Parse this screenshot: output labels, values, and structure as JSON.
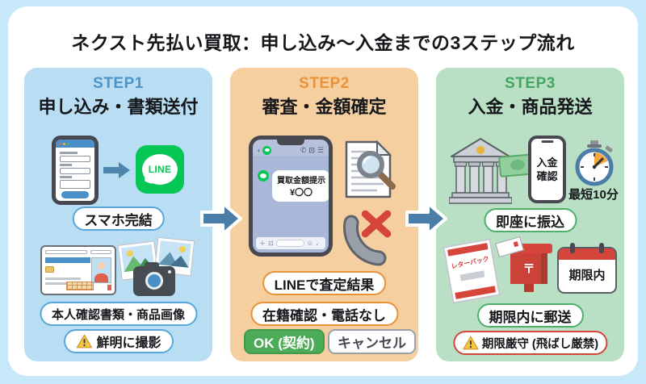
{
  "title": "ネクスト先払い買取：申し込み〜入金までの3ステップ流れ",
  "colors": {
    "accent_step1": "#4a94c9",
    "accent_step2": "#e8923a",
    "accent_step3": "#44a563",
    "panel_step1": "#b9def4",
    "panel_step2": "#f6cfa0",
    "panel_step3": "#b9dfc4",
    "line_green": "#06c755",
    "ok_green": "#4cab57",
    "alert_red": "#d6453c",
    "arrow_blue": "#4a7ea8",
    "warning_yellow": "#f6c544"
  },
  "icons": {
    "back": "‹",
    "call": "✆",
    "window": "⊡",
    "menu": "☰",
    "plus": "＋",
    "camera": "⊡",
    "emoji": "☺",
    "mic": "♩"
  },
  "steps": [
    {
      "label": "STEP1",
      "heading": "申し込み・書類送付",
      "line_label": "LINE",
      "pill_smartphone": "スマホ完結",
      "pill_documents": "本人確認書類・商品画像",
      "pill_warning": "鮮明に撮影"
    },
    {
      "label": "STEP2",
      "heading": "審査・金額確定",
      "bubble_line1": "買取金額提示",
      "bubble_line2": "¥〇〇",
      "pill_line": "LINEで査定結果",
      "pill_no_call": "在籍確認・電話なし",
      "ok_button": "OK (契約)",
      "cancel_button": "キャンセル"
    },
    {
      "label": "STEP3",
      "heading": "入金・商品発送",
      "phone_line1": "入金",
      "phone_line2": "確認",
      "time_note": "最短10分",
      "pill_transfer": "即座に振込",
      "letterpack_label": "レターパック",
      "postbox_mark": "〒",
      "calendar_label": "期限内",
      "pill_mail": "期限内に郵送",
      "pill_deadline": "期限厳守 (飛ばし厳禁)"
    }
  ]
}
